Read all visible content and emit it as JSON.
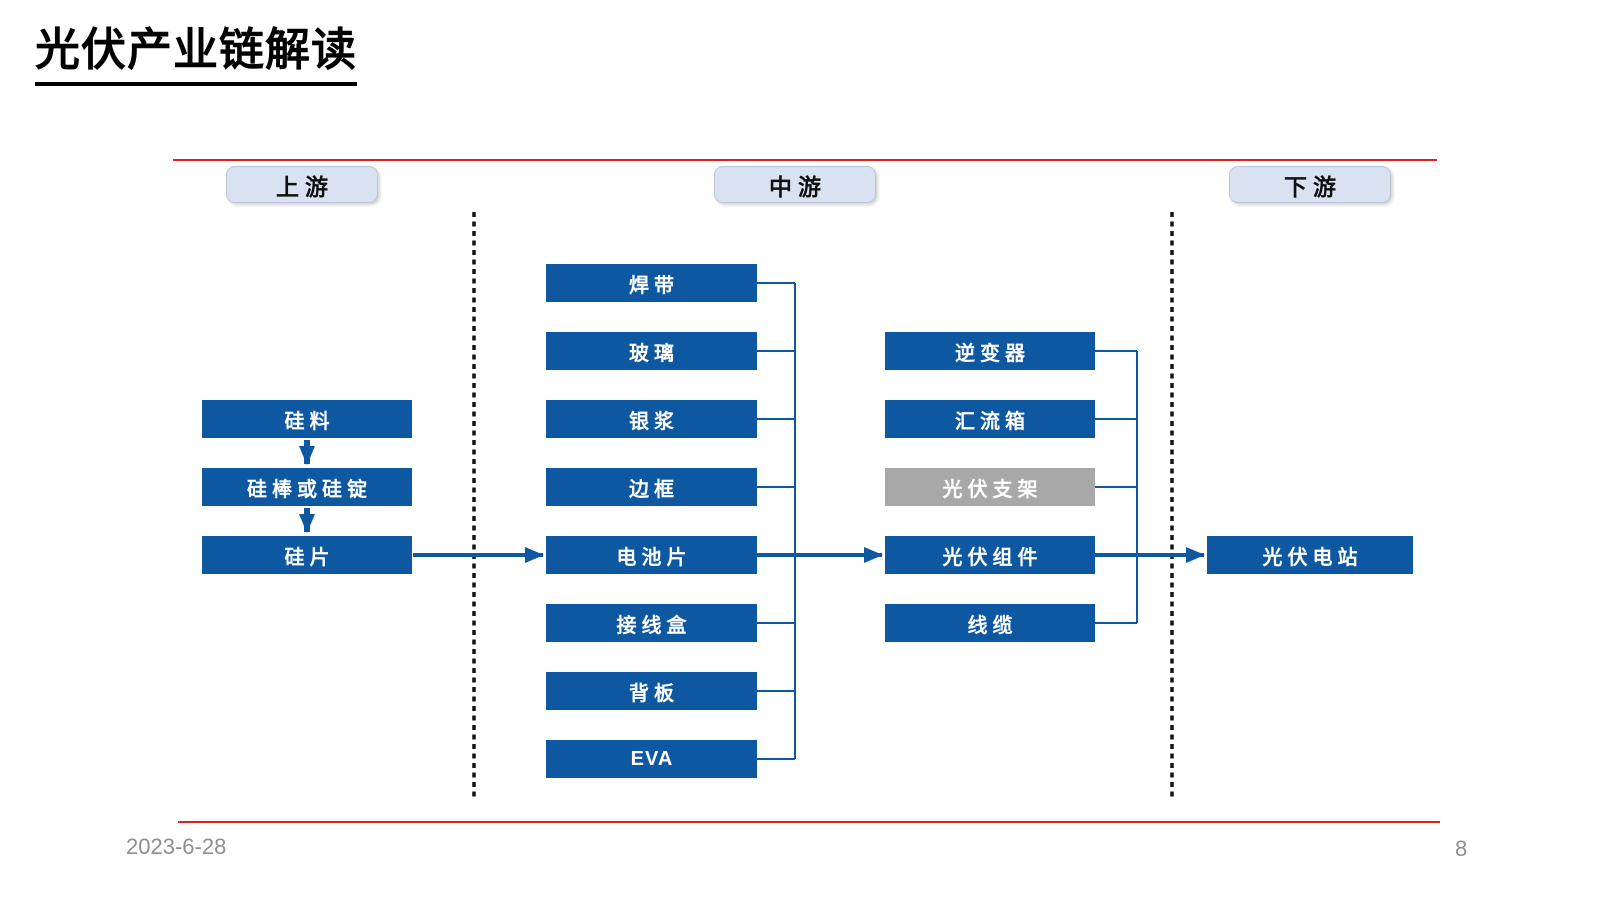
{
  "slide": {
    "title": "光伏产业链解读",
    "footer_date": "2023-6-28",
    "page_number": "8"
  },
  "stages": [
    {
      "label": "上游"
    },
    {
      "label": "中游"
    },
    {
      "label": "下游"
    }
  ],
  "nodes": {
    "upstream": [
      {
        "label": "硅料"
      },
      {
        "label": "硅棒或硅锭"
      },
      {
        "label": "硅片"
      }
    ],
    "midstream_materials": [
      {
        "label": "焊带"
      },
      {
        "label": "玻璃"
      },
      {
        "label": "银浆"
      },
      {
        "label": "边框"
      },
      {
        "label": "电池片"
      },
      {
        "label": "接线盒"
      },
      {
        "label": "背板"
      },
      {
        "label": "EVA"
      }
    ],
    "midstream_components": [
      {
        "label": "逆变器"
      },
      {
        "label": "汇流箱"
      },
      {
        "label": "光伏支架"
      },
      {
        "label": "光伏组件"
      },
      {
        "label": "线缆"
      }
    ],
    "downstream": [
      {
        "label": "光伏电站"
      }
    ]
  },
  "colors": {
    "node_blue": "#0e57a1",
    "node_gray": "#a8a8a8",
    "divider_red": "#e32020",
    "stage_pill_fill": "#d9e2f0",
    "separator_dash_black": "#141414",
    "footer_gray": "#8f8f8f"
  }
}
